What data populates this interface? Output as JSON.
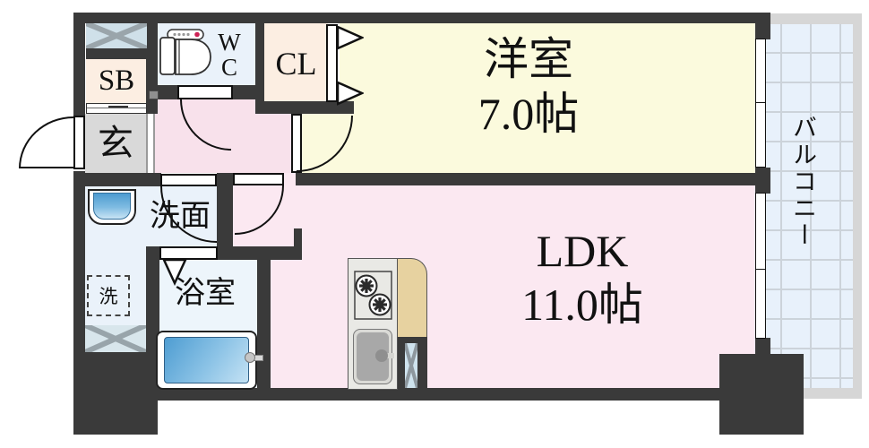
{
  "rooms": {
    "western": {
      "label": "洋室",
      "size": "7.0帖"
    },
    "ldk": {
      "label": "LDK",
      "size": "11.0帖"
    },
    "balcony": {
      "label": "バルコニー"
    },
    "wc": {
      "label": "W\nC"
    },
    "closet": {
      "label": "CL"
    },
    "shoebox": {
      "label": "SB"
    },
    "entrance": {
      "label": "玄"
    },
    "washroom": {
      "label": "洗面"
    },
    "bathroom": {
      "label": "浴室"
    },
    "laundry": {
      "label": "洗"
    }
  },
  "colors": {
    "wall": "#3a3a3a",
    "western_room": "#fbfadd",
    "ldk_room": "#fbe8f1",
    "hallway": "#f8e1eb",
    "service_blue": "#eaf2fa",
    "bathroom_blue": "#edf5fb",
    "balcony_floor": "#e8f1fb",
    "balcony_frame": "#d6d6d6",
    "closet_peach": "#fceee2",
    "entrance_gray": "#d9d9d9",
    "counter_beige": "#e7d2a0",
    "counter_gray": "#e9e9e5",
    "tub_blue": "#57a3d6"
  }
}
